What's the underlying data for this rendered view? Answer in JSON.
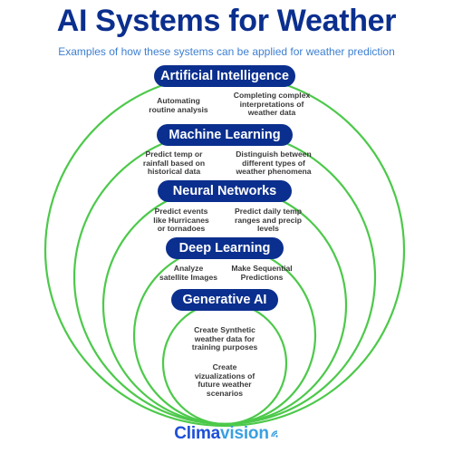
{
  "title": "AI Systems for Weather",
  "subtitle": "Examples of how these systems can be applied for weather prediction",
  "colors": {
    "title": "#0b2f8e",
    "pill": "#0b2f8e",
    "ring": "#4cc94a",
    "subtitle": "#3c7fd2"
  },
  "levels": [
    {
      "label": "Artificial Intelligence",
      "left_note": [
        "Automating",
        "routine analysis"
      ],
      "right_note": [
        "Completing complex",
        "interpretations of",
        "weather data"
      ]
    },
    {
      "label": "Machine Learning",
      "left_note": [
        "Predict temp or",
        "rainfall based on",
        "historical data"
      ],
      "right_note": [
        "Distinguish between",
        "different types of",
        "weather phenomena"
      ]
    },
    {
      "label": "Neural Networks",
      "left_note": [
        "Predict events",
        "like Hurricanes",
        "or tornadoes"
      ],
      "right_note": [
        "Predict daily temp",
        "ranges and precip",
        "levels"
      ]
    },
    {
      "label": "Deep Learning",
      "left_note": [
        "Analyze",
        "satellite Images"
      ],
      "right_note": [
        "Make Sequential",
        "Predictions"
      ]
    },
    {
      "label": "Generative AI",
      "center_note_1": [
        "Create Synthetic",
        "weather data for",
        "training purposes"
      ],
      "center_note_2": [
        "Create",
        "vizualizations of",
        "future weather",
        "scenarios"
      ]
    }
  ],
  "logo": {
    "part1": "Clima",
    "part2": "vision",
    "icon": "wifi-signal-icon"
  }
}
